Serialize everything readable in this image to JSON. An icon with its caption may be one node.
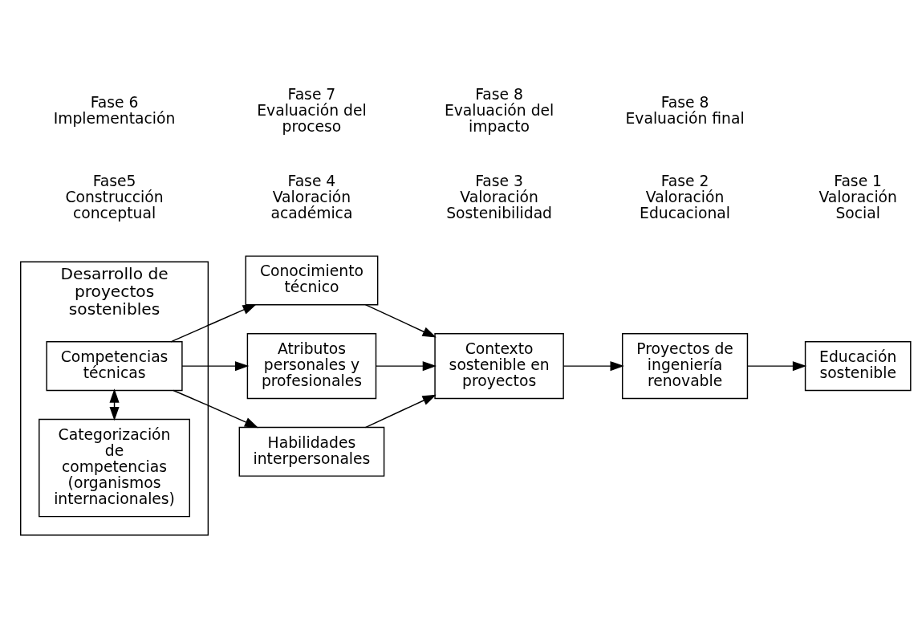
{
  "diagram": {
    "nodes": [
      {
        "text": [
          "Desarrollo de proyectos sostenibles"
        ]
      },
      {
        "text": [
          "Competencias técnicas"
        ],
        "in": 0
      },
      {
        "text": [
          "Categorización de competencias (organismos internacionales)"
        ],
        "in": 0
      },
      {
        "text": [
          "Conocimiento técnico"
        ]
      },
      {
        "text": [
          "Atributos personales y profesionales"
        ]
      },
      {
        "text": [
          "Habilidades interpersonales"
        ]
      },
      {
        "text": [
          "Contexto sostenible en proyectos"
        ]
      },
      {
        "text": [
          "Proyectos de ingeniería renovable"
        ]
      },
      {
        "text": [
          "Educación sostenible"
        ]
      }
    ],
    "edges": [
      {
        "from": 1,
        "to": 3,
        "arrow": "to"
      },
      {
        "from": 1,
        "to": 4,
        "arrow": "to"
      },
      {
        "from": 1,
        "to": 5,
        "arrow": "to"
      },
      {
        "from": 1,
        "to": 2,
        "arrow": "both"
      },
      {
        "from": 3,
        "to": 6,
        "arrow": "to"
      },
      {
        "from": 4,
        "to": 6,
        "arrow": "to"
      },
      {
        "from": 5,
        "to": 6,
        "arrow": "to"
      },
      {
        "from": 6,
        "to": 7,
        "arrow": "to"
      },
      {
        "from": 7,
        "to": 8,
        "arrow": "to"
      }
    ],
    "labels": [
      "Fase5 Construcción conceptual",
      "Fase 4 Valoración académica",
      "Fase 3 Valoración Sostenibilidad",
      "Fase 2 Valoración Educacional",
      "Fase 1 Valoración Social",
      "Fase 6 Implementación",
      "Fase 7 Evaluación del proceso",
      "Fase 8 Evaluación del impacto",
      "Fase 8 Evaluación final"
    ]
  }
}
